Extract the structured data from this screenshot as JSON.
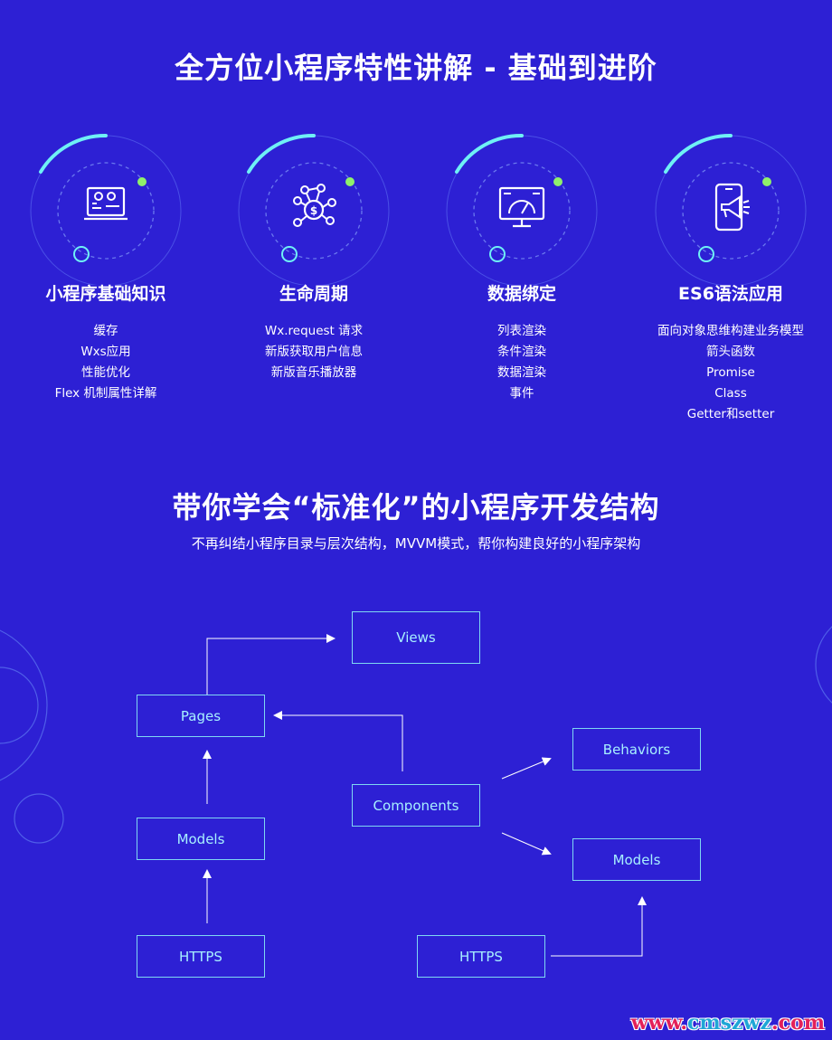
{
  "section1": {
    "title": "全方位小程序特性讲解 - 基础到进阶",
    "features": [
      {
        "title": "小程序基础知识",
        "icon": "presentation-board-icon",
        "items": [
          "缓存",
          "Wxs应用",
          "性能优化",
          "Flex 机制属性详解"
        ]
      },
      {
        "title": "生命周期",
        "icon": "network-dollar-icon",
        "items": [
          "Wx.request 请求",
          "新版获取用户信息",
          "新版音乐播放器"
        ]
      },
      {
        "title": "数据绑定",
        "icon": "gauge-monitor-icon",
        "items": [
          "列表渲染",
          "条件渲染",
          "数据渲染",
          "事件"
        ]
      },
      {
        "title": "ES6语法应用",
        "icon": "phone-megaphone-icon",
        "items": [
          "面向对象思维构建业务模型",
          "箭头函数",
          "Promise",
          "Class",
          "Getter和setter"
        ]
      }
    ]
  },
  "section2": {
    "title": "带你学会“标准化”的小程序开发结构",
    "subtitle": "不再纠结小程序目录与层次结构，MVVM模式，帮你构建良好的小程序架构",
    "diagram": {
      "views": "Views",
      "pages": "Pages",
      "components": "Components",
      "behaviors": "Behaviors",
      "models_left": "Models",
      "models_right": "Models",
      "https_left": "HTTPS",
      "https_right": "HTTPS"
    }
  },
  "watermark": {
    "prefix": "www.",
    "mid": "cmszwz",
    "suffix": ".com"
  },
  "colors": {
    "background": "#2d20d4",
    "accent": "#6ff0f5",
    "dot": "#8ff06b",
    "box_border": "#7fd8f2"
  }
}
